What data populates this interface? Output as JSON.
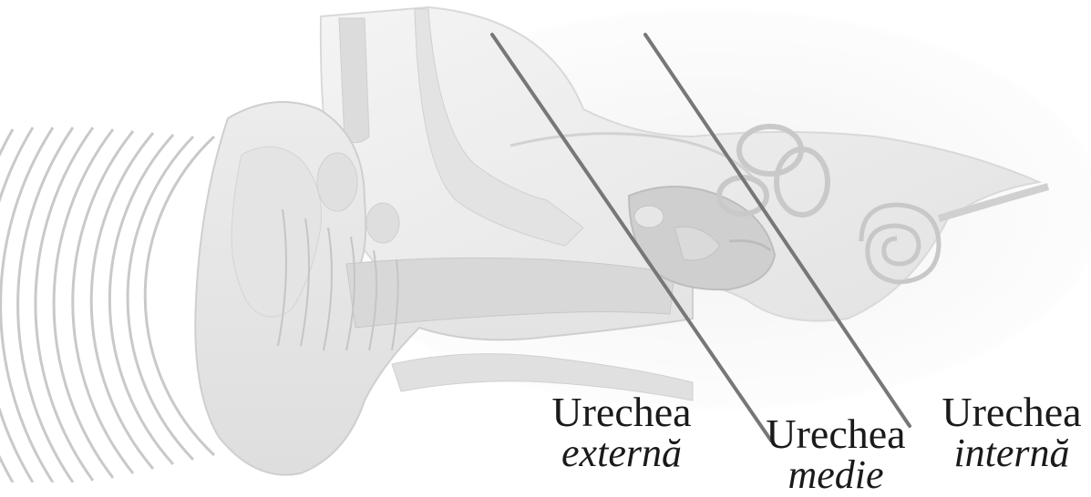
{
  "diagram": {
    "labels": [
      {
        "line1": "Urechea",
        "line2": "externă"
      },
      {
        "line1": "Urechea",
        "line2": "medie"
      },
      {
        "line1": "Urechea",
        "line2": "internă"
      }
    ]
  },
  "colors": {
    "background": "#ffffff",
    "illustration_base": "#e6e6e6",
    "illustration_shadow": "#cfcfcf",
    "sound_waves": "#c8c8c8",
    "leader_lines": "#707070",
    "label_text": "#1a1a1a"
  },
  "icons": [
    "ear-illustration",
    "sound-waves",
    "cochlea-spiral",
    "semicircular-canals",
    "ossicles",
    "ear-canal"
  ]
}
